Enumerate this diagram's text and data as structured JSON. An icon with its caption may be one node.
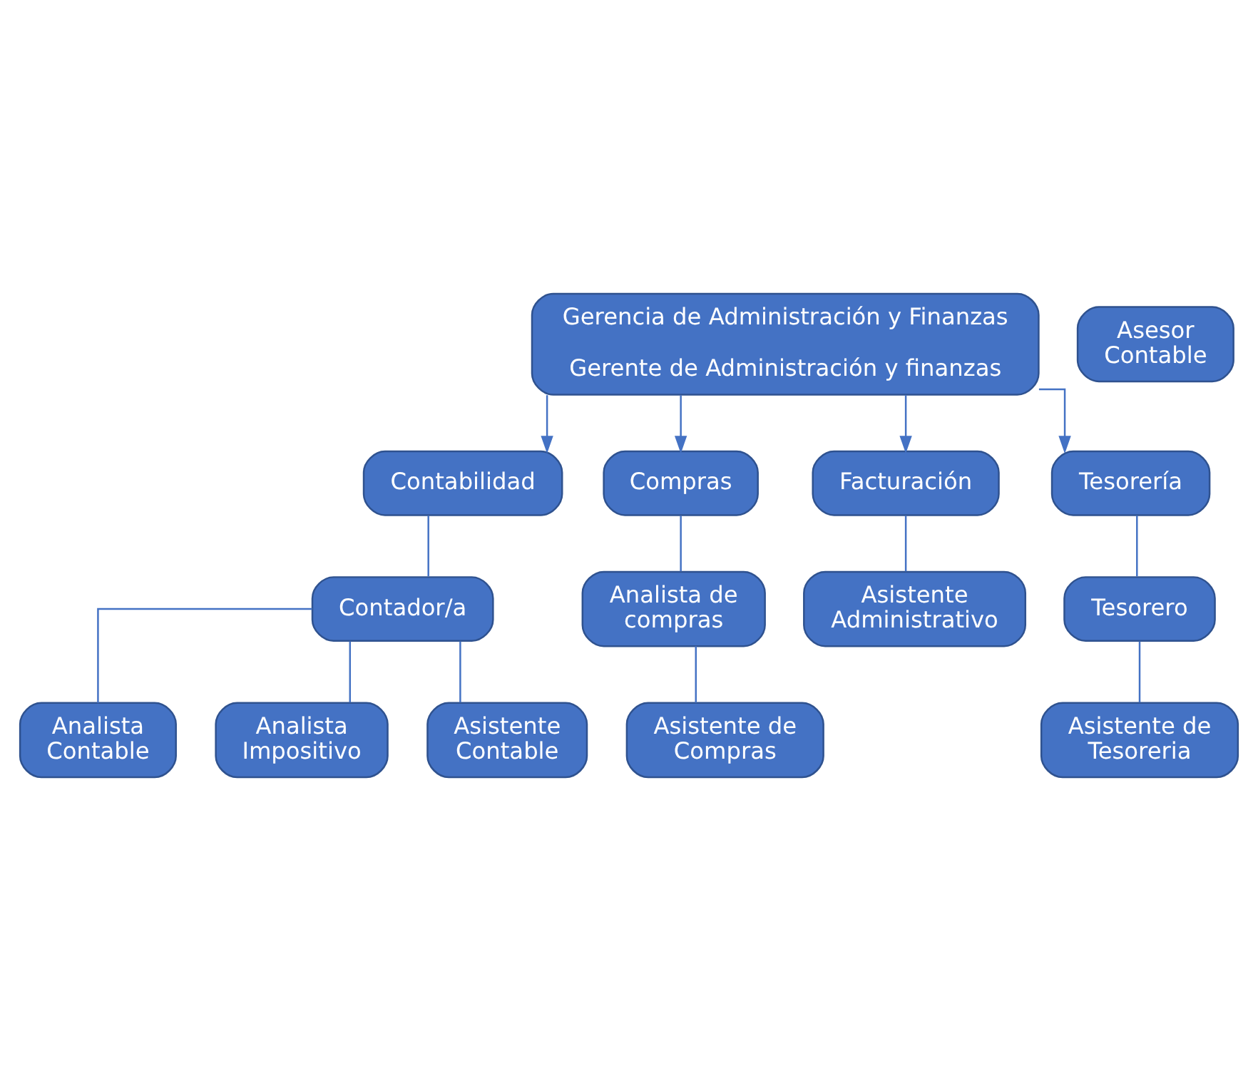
{
  "diagram": {
    "nodes": [
      {
        "text": [
          "Gerencia de Administración y Finanzas",
          "Gerente de Administración y finanzas"
        ]
      },
      {
        "text": [
          "Asesor Contable"
        ]
      },
      {
        "text": [
          "Contabilidad"
        ]
      },
      {
        "text": [
          "Compras"
        ]
      },
      {
        "text": [
          "Facturación"
        ]
      },
      {
        "text": [
          "Tesorería"
        ]
      },
      {
        "text": [
          "Contador/a"
        ]
      },
      {
        "text": [
          "Analista Contable"
        ]
      },
      {
        "text": [
          "Analista Impositivo"
        ]
      },
      {
        "text": [
          "Asistente Contable"
        ]
      },
      {
        "text": [
          "Analista de compras"
        ]
      },
      {
        "text": [
          "Asistente de Compras"
        ]
      },
      {
        "text": [
          "Asistente Administrativo"
        ]
      },
      {
        "text": [
          "Tesorero"
        ]
      },
      {
        "text": [
          "Asistente de Tesoreria"
        ]
      }
    ],
    "edges": [
      {
        "from": 0,
        "to": 2,
        "arrow": "to"
      },
      {
        "from": 0,
        "to": 3,
        "arrow": "to"
      },
      {
        "from": 0,
        "to": 4,
        "arrow": "to"
      },
      {
        "from": 0,
        "to": 5,
        "arrow": "to"
      },
      {
        "from": 2,
        "to": 6,
        "arrow": "none"
      },
      {
        "from": 6,
        "to": 7,
        "arrow": "none"
      },
      {
        "from": 6,
        "to": 8,
        "arrow": "none"
      },
      {
        "from": 6,
        "to": 9,
        "arrow": "none"
      },
      {
        "from": 3,
        "to": 10,
        "arrow": "none"
      },
      {
        "from": 10,
        "to": 11,
        "arrow": "none"
      },
      {
        "from": 4,
        "to": 12,
        "arrow": "none"
      },
      {
        "from": 5,
        "to": 13,
        "arrow": "none"
      },
      {
        "from": 13,
        "to": 14,
        "arrow": "none"
      }
    ]
  }
}
